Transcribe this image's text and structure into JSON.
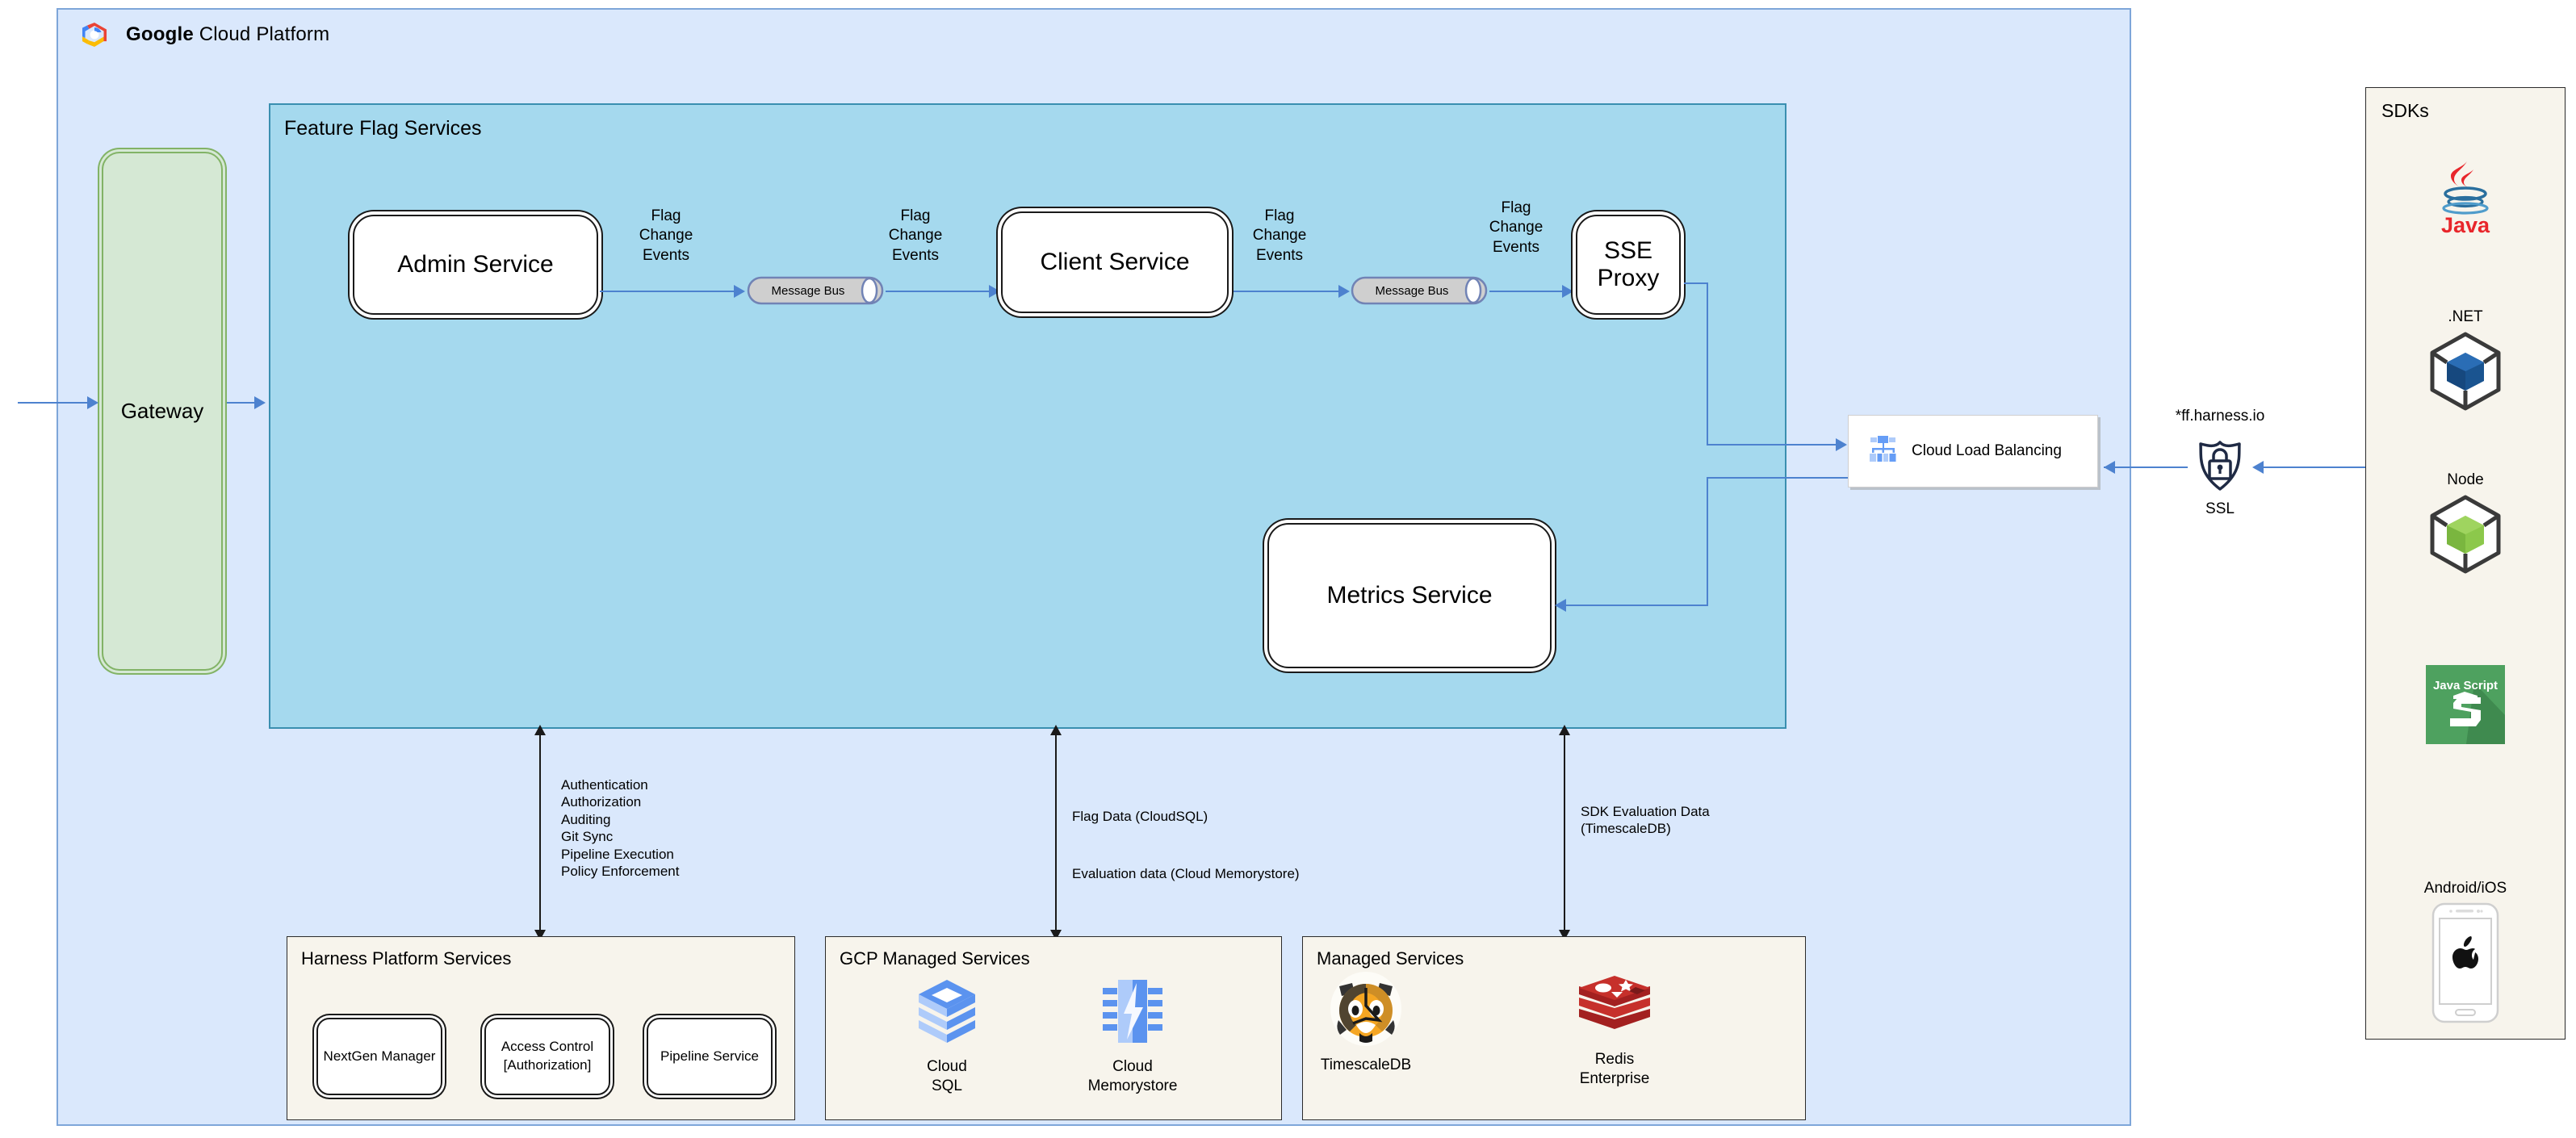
{
  "gcp": {
    "title_bold": "Google",
    "title_rest": " Cloud Platform",
    "logo_icon": "google-cloud-logo"
  },
  "feature_flag_services": {
    "title": "Feature Flag Services",
    "services": [
      {
        "id": "admin-service",
        "label": "Admin Service"
      },
      {
        "id": "client-service",
        "label": "Client Service"
      },
      {
        "id": "sse-proxy",
        "label": "SSE\nProxy"
      },
      {
        "id": "metrics-service",
        "label": "Metrics Service"
      }
    ],
    "message_buses": [
      {
        "id": "message-bus-1",
        "label": "Message Bus"
      },
      {
        "id": "message-bus-2",
        "label": "Message Bus"
      }
    ],
    "edge_labels": [
      {
        "id": "admin-to-bus",
        "text": "Flag\nChange\nEvents"
      },
      {
        "id": "bus-to-client",
        "text": "Flag\nChange\nEvents"
      },
      {
        "id": "client-to-bus2",
        "text": "Flag\nChange\nEvents"
      },
      {
        "id": "bus2-to-sse",
        "text": "Flag\nChange\nEvents"
      }
    ]
  },
  "gateway": {
    "label": "Gateway"
  },
  "load_balancer": {
    "label": "Cloud Load Balancing",
    "icon": "cloud-load-balancing-icon"
  },
  "ssl": {
    "domain": "*ff.harness.io",
    "label": "SSL",
    "icon": "ssl-shield-lock-icon"
  },
  "sdks": {
    "title": "SDKs",
    "items": [
      {
        "id": "java",
        "name": "",
        "icon": "java-logo",
        "logo_text": "Java"
      },
      {
        "id": "dotnet",
        "name": ".NET",
        "icon": "dotnet-cube-icon",
        "color": "#1a5490"
      },
      {
        "id": "node",
        "name": "Node",
        "icon": "node-cube-icon",
        "color": "#8cc84b"
      },
      {
        "id": "javascript",
        "name": "",
        "icon": "javascript-logo",
        "logo_text": "Java Script",
        "color": "#4ea15f"
      },
      {
        "id": "android-ios",
        "name": "Android/iOS",
        "icon": "mobile-apple-icon"
      }
    ]
  },
  "annotations": [
    {
      "id": "harness-platform-note",
      "text": "Authentication\nAuthorization\nAuditing\nGit Sync\nPipeline Execution\nPolicy Enforcement"
    },
    {
      "id": "gcp-data-note",
      "text": "Flag Data (CloudSQL)\n\nEvaluation data (Cloud Memorystore)"
    },
    {
      "id": "managed-data-note",
      "text": "SDK Evaluation Data\n(TimescaleDB)"
    }
  ],
  "bottom_panels": [
    {
      "id": "harness-platform-services",
      "title": "Harness Platform Services",
      "services": [
        {
          "id": "nextgen-manager",
          "label": "NextGen Manager"
        },
        {
          "id": "access-control",
          "label": "Access Control\n[Authorization]"
        },
        {
          "id": "pipeline-service",
          "label": "Pipeline Service"
        }
      ]
    },
    {
      "id": "gcp-managed-services",
      "title": "GCP Managed Services",
      "items": [
        {
          "id": "cloud-sql",
          "name": "Cloud\nSQL",
          "icon": "cloud-sql-icon"
        },
        {
          "id": "cloud-memorystore",
          "name": "Cloud\nMemorystore",
          "icon": "cloud-memorystore-icon"
        }
      ]
    },
    {
      "id": "managed-services",
      "title": "Managed Services",
      "items": [
        {
          "id": "timescaledb",
          "name": "TimescaleDB",
          "icon": "timescaledb-tiger-icon"
        },
        {
          "id": "redis-enterprise",
          "name": "Redis\nEnterprise",
          "icon": "redis-icon"
        }
      ]
    }
  ],
  "colors": {
    "gcp_panel_bg": "#dae8fc",
    "gcp_panel_border": "#7ea6d9",
    "ffs_panel_bg": "#a5d9ee",
    "ffs_panel_border": "#3a8fb0",
    "gateway_bg": "#d5e8d4",
    "gateway_border": "#82b366",
    "panel_bg": "#f7f4ec",
    "connector_blue": "#4d82cf",
    "connector_black": "#1a1a1a"
  }
}
